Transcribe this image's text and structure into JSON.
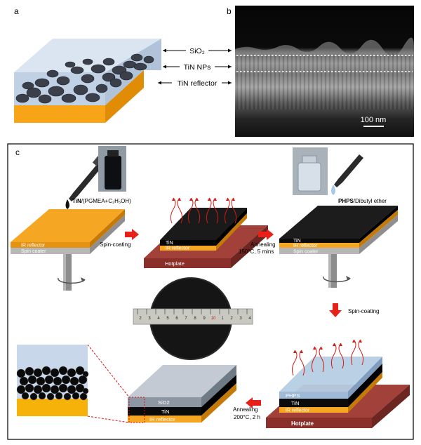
{
  "panels": {
    "a": "a",
    "b": "b",
    "c": "c"
  },
  "panel_a": {
    "layer_labels": [
      "SiO₂",
      "TiN NPs",
      "TiN reflector"
    ]
  },
  "panel_b": {
    "scale_bar": "100 nm"
  },
  "panel_c": {
    "steps": {
      "step1": {
        "precursor_label_bold": "TiN",
        "precursor_label_rest": "/(PGMEA+C₂H₅OH)",
        "substrate_top": "IR reflector",
        "substrate_bottom": "Spin coater"
      },
      "step2": {
        "arrow_label": "Spin-coating",
        "layer_top": "TiN",
        "layer_mid": "IR reflector",
        "base": "Hotplate"
      },
      "step3": {
        "arrow_label_1": "Annealing",
        "arrow_label_2": "150°C, 5 mins",
        "layer_top": "TiN",
        "layer_mid": "IR reflector",
        "base": "Spin coater",
        "precursor_bold": "PHPS",
        "precursor_rest": "/Dibutyl ether"
      },
      "step4": {
        "arrow_label": "Spin-coating",
        "layer_top": "PHPS",
        "layer_mid": "TiN",
        "layer_bottom": "IR reflector",
        "base": "Hotplate"
      },
      "step5": {
        "arrow_label_1": "Annealing",
        "arrow_label_2": "200°C, 2 h",
        "layer_top": "SiO2",
        "layer_mid": "TiN",
        "layer_bottom": "IR reflector"
      },
      "ruler_ticks": [
        "2",
        "3",
        "4",
        "5",
        "6",
        "7",
        "8",
        "9",
        "10",
        "1",
        "2",
        "3",
        "4"
      ]
    }
  },
  "colors": {
    "orange": "#f5a623",
    "black": "#111111",
    "gray": "#b9b9b9",
    "hotplate": "#9a3b35",
    "arrow_red": "#e8201a",
    "sio2_blue": "#c8d7ea"
  }
}
